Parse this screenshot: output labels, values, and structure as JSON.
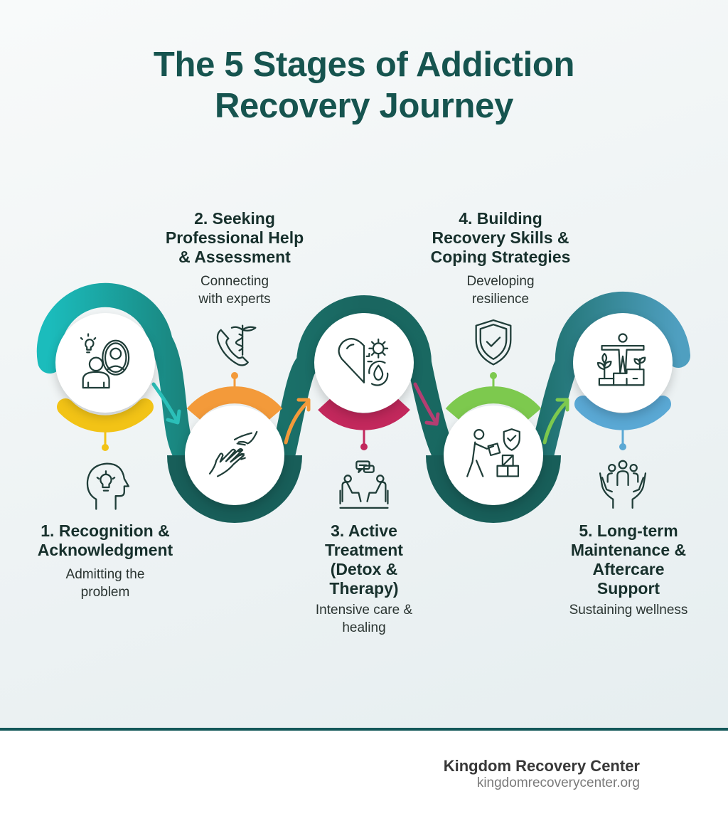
{
  "title": {
    "line1": "The 5 Stages of Addiction",
    "line2": "Recovery Journey"
  },
  "colors": {
    "title": "#16544f",
    "ribbon_start": "#19b6b8",
    "ribbon_mid": "#17615c",
    "ribbon_end": "#4b9dbb",
    "stage1_accent": "#f2c316",
    "stage2_accent": "#f39a3a",
    "stage3_accent": "#c2285c",
    "stage4_accent": "#7dc94e",
    "stage5_accent": "#5aa8d4",
    "footer_rule": "#14585a"
  },
  "stages": [
    {
      "number": "1",
      "title_lines": [
        "1. Recognition &",
        "Acknowledgment"
      ],
      "subtitle_lines": [
        "Admitting the",
        "problem"
      ],
      "main_icon": "person-mirror-lightbulb-icon",
      "small_icon": "head-lightbulb-icon",
      "accent": "#f2c316"
    },
    {
      "number": "2",
      "title_lines": [
        "2. Seeking",
        "Professional Help",
        "& Assessment"
      ],
      "subtitle_lines": [
        "Connecting",
        "with experts"
      ],
      "main_icon": "helping-hands-icon",
      "small_icon": "phone-caduceus-icon",
      "accent": "#f39a3a"
    },
    {
      "number": "3",
      "title_lines": [
        "3. Active",
        "Treatment",
        "(Detox &",
        "Therapy)"
      ],
      "subtitle_lines": [
        "Intensive care &",
        "healing"
      ],
      "main_icon": "heart-gear-drop-icon",
      "small_icon": "therapy-session-icon",
      "accent": "#c2285c"
    },
    {
      "number": "4",
      "title_lines": [
        "4. Building",
        "Recovery Skills &",
        "Coping Strategies"
      ],
      "subtitle_lines": [
        "Developing",
        "resilience"
      ],
      "main_icon": "person-building-blocks-icon",
      "small_icon": "shield-check-icon",
      "accent": "#7dc94e"
    },
    {
      "number": "5",
      "title_lines": [
        "5. Long-term",
        "Maintenance &",
        "Aftercare",
        "Support"
      ],
      "subtitle_lines": [
        "Sustaining wellness"
      ],
      "main_icon": "person-growth-steps-icon",
      "small_icon": "community-hands-icon",
      "accent": "#5aa8d4"
    }
  ],
  "footer": {
    "organization": "Kingdom Recovery Center",
    "website": "kingdomrecoverycenter.org"
  }
}
